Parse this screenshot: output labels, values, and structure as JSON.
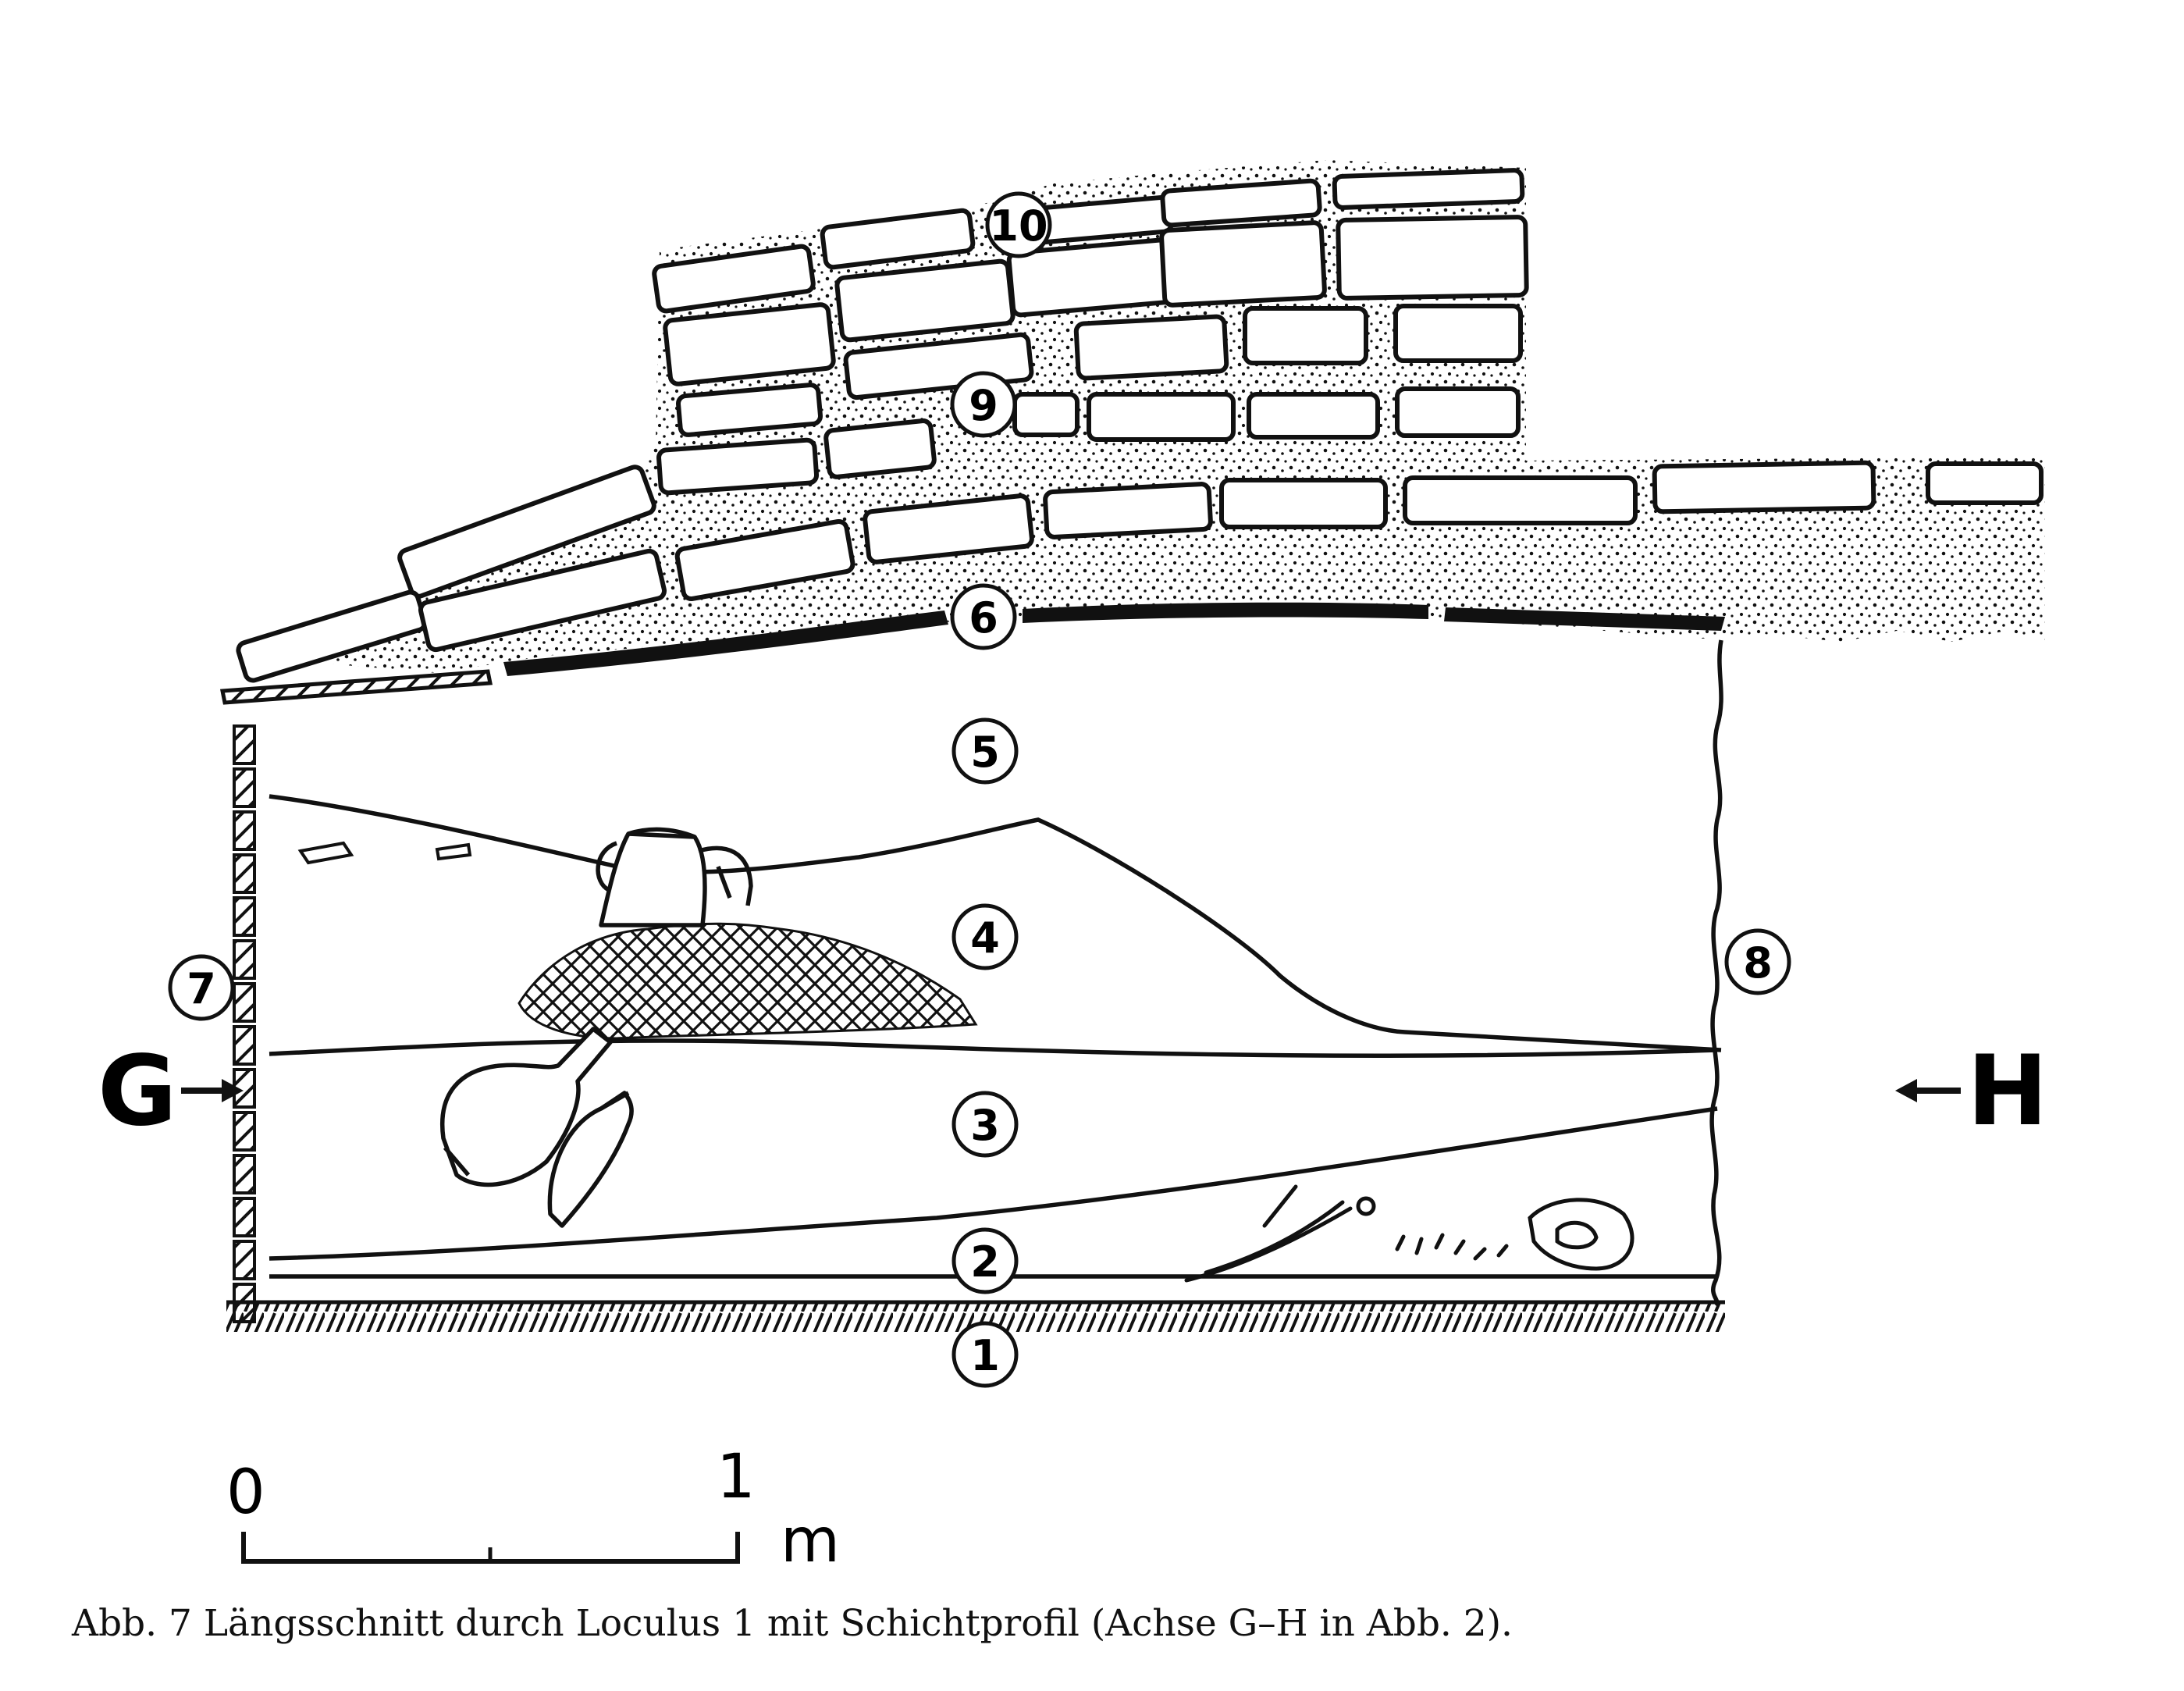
{
  "figure": {
    "axis_labels": {
      "left": "G",
      "right": "H"
    },
    "layers": [
      {
        "id": "1",
        "label": "1"
      },
      {
        "id": "2",
        "label": "2"
      },
      {
        "id": "3",
        "label": "3"
      },
      {
        "id": "4",
        "label": "4"
      },
      {
        "id": "5",
        "label": "5"
      },
      {
        "id": "6",
        "label": "6"
      },
      {
        "id": "7",
        "label": "7"
      },
      {
        "id": "8",
        "label": "8"
      },
      {
        "id": "9",
        "label": "9"
      },
      {
        "id": "10",
        "label": "10"
      }
    ],
    "scale_bar": {
      "start": "0",
      "end": "1",
      "unit": "m"
    }
  },
  "caption": "Abb. 7   Längsschnitt durch Loculus 1 mit Schichtprofil (Achse G–H in Abb. 2)."
}
